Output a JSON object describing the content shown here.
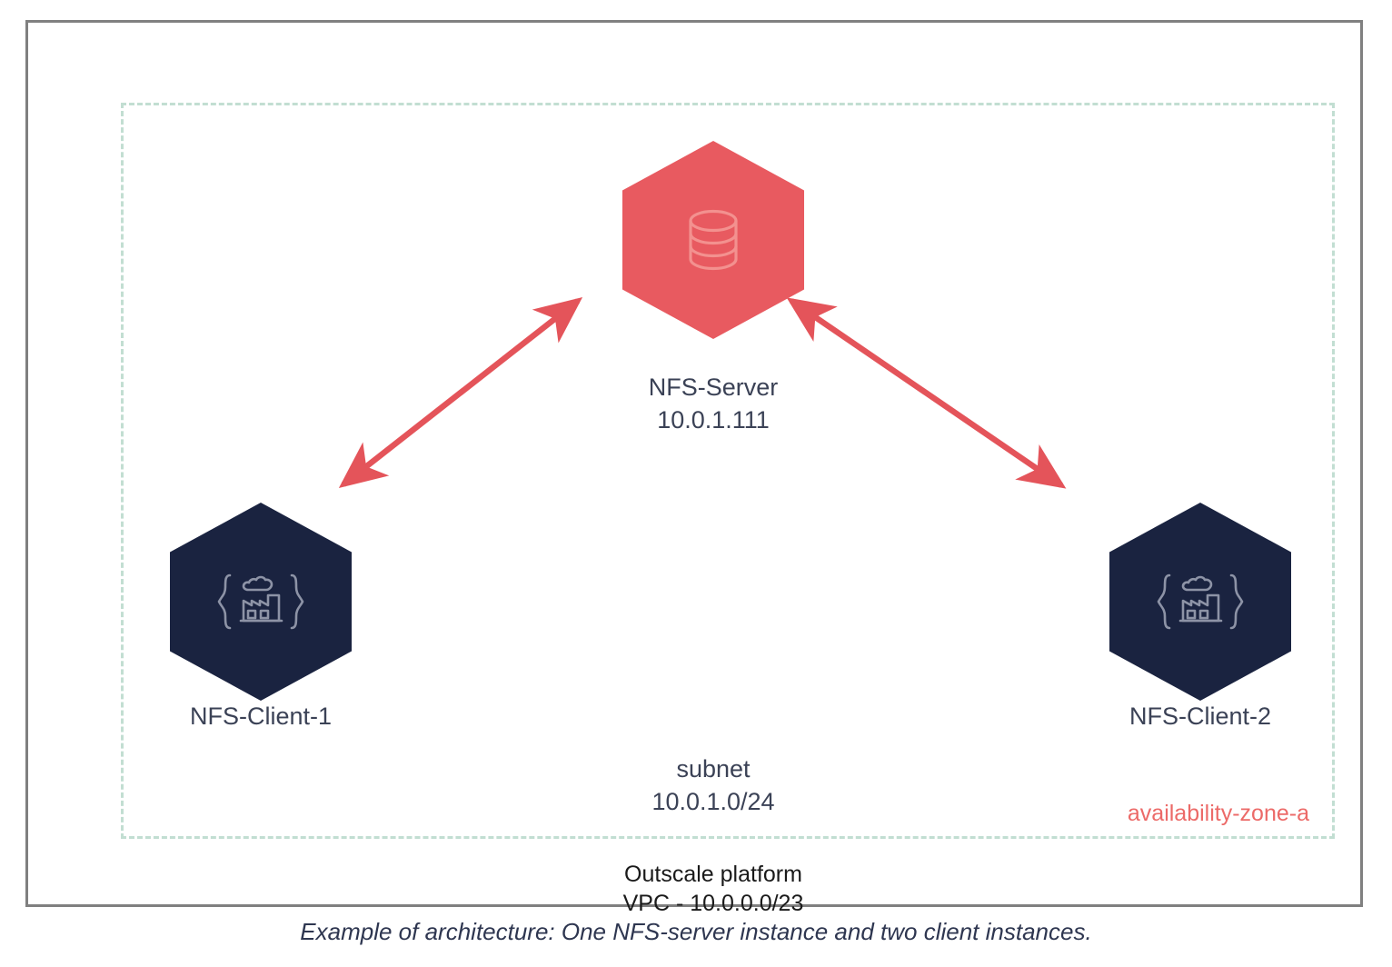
{
  "diagram": {
    "caption": "Example of architecture: One NFS-server instance and two client instances.",
    "boundary": {
      "availability_zone_label": "availability-zone-a",
      "subnet_name": "subnet",
      "subnet_cidr": "10.0.1.0/24",
      "platform_name": "Outscale platform",
      "vpc_cidr": "VPC - 10.0.0.0/23"
    },
    "nodes": [
      {
        "id": "nfs-server",
        "name": "NFS-Server",
        "ip": "10.0.1.111",
        "icon": "database-icon",
        "color": "#e85a60",
        "role": "server"
      },
      {
        "id": "nfs-client-1",
        "name": "NFS-Client-1",
        "ip": "",
        "icon": "factory-instance-icon",
        "color": "#1a2340",
        "role": "client"
      },
      {
        "id": "nfs-client-2",
        "name": "NFS-Client-2",
        "ip": "",
        "icon": "factory-instance-icon",
        "color": "#1a2340",
        "role": "client"
      }
    ],
    "connections": [
      {
        "id": "client1-server",
        "from": "nfs-client-1",
        "to": "nfs-server",
        "bidirectional": true,
        "color": "#e4545a"
      },
      {
        "id": "client2-server",
        "from": "nfs-client-2",
        "to": "nfs-server",
        "bidirectional": true,
        "color": "#e4545a"
      }
    ],
    "colors": {
      "frame": "#808080",
      "dashed_boundary": "#c2ded2",
      "arrow": "#e4545a",
      "text": "#3b4256",
      "az_text": "#ec6a68",
      "platform_text": "#1a1a1a",
      "caption_text": "#2e3650"
    }
  }
}
